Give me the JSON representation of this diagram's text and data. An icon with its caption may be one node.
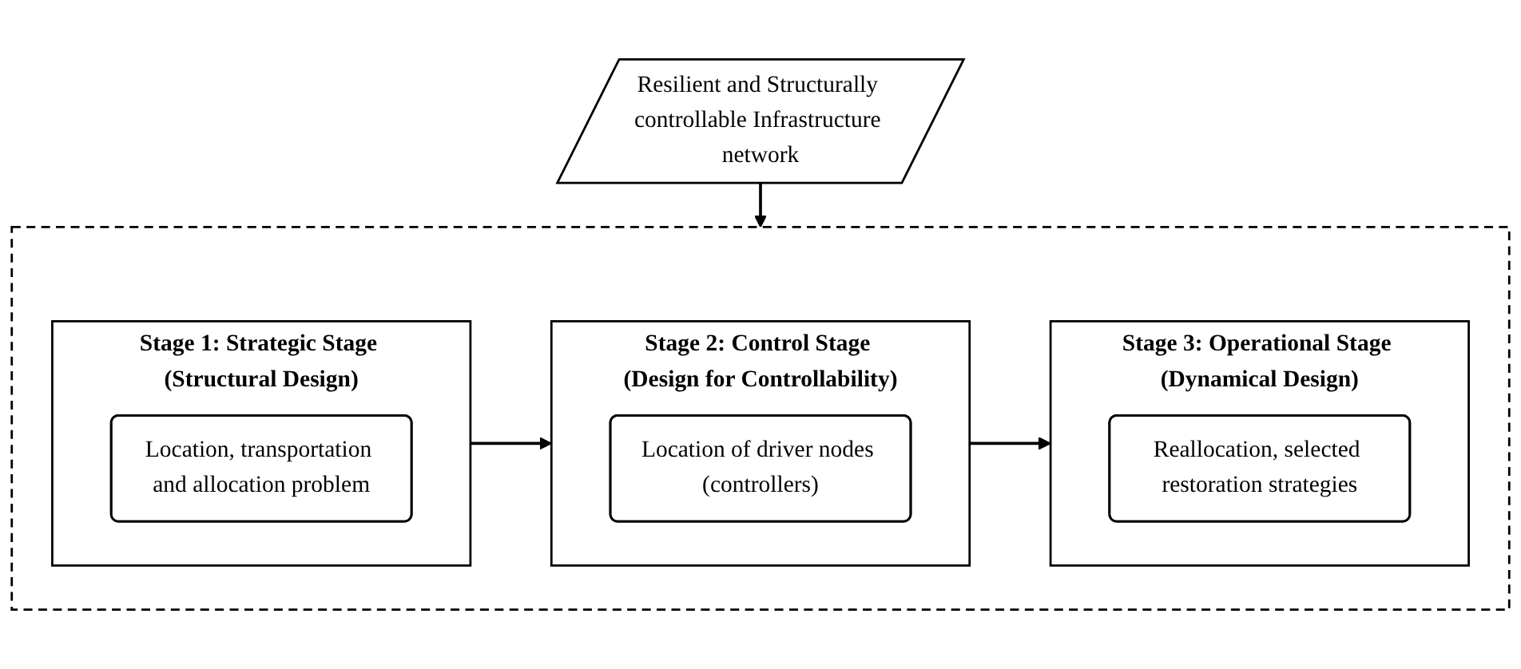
{
  "diagram": {
    "nodes": [
      {
        "text": [
          "Resilient and Structurally controllable Infrastructure network"
        ]
      },
      {
        "text": [],
        "shape": "box"
      },
      {
        "text": [
          "Stage 1: Strategic Stage (Structural Design)"
        ],
        "in": 1
      },
      {
        "text": [
          "Location, transportation and allocation problem"
        ],
        "in": 2
      },
      {
        "text": [
          "Stage 2: Control Stage (Design for Controllability)"
        ],
        "in": 1
      },
      {
        "text": [
          "Location of driver nodes (controllers)"
        ],
        "in": 4
      },
      {
        "text": [
          "Stage 3: Operational Stage (Dynamical Design)"
        ],
        "in": 1
      },
      {
        "text": [
          "Reallocation, selected restoration strategies"
        ],
        "in": 6
      }
    ],
    "edges": [
      {
        "from": 0,
        "to": 1,
        "arrow": "to"
      },
      {
        "from": 2,
        "to": 4,
        "arrow": "to"
      },
      {
        "from": 4,
        "to": 6,
        "arrow": "to"
      }
    ]
  }
}
